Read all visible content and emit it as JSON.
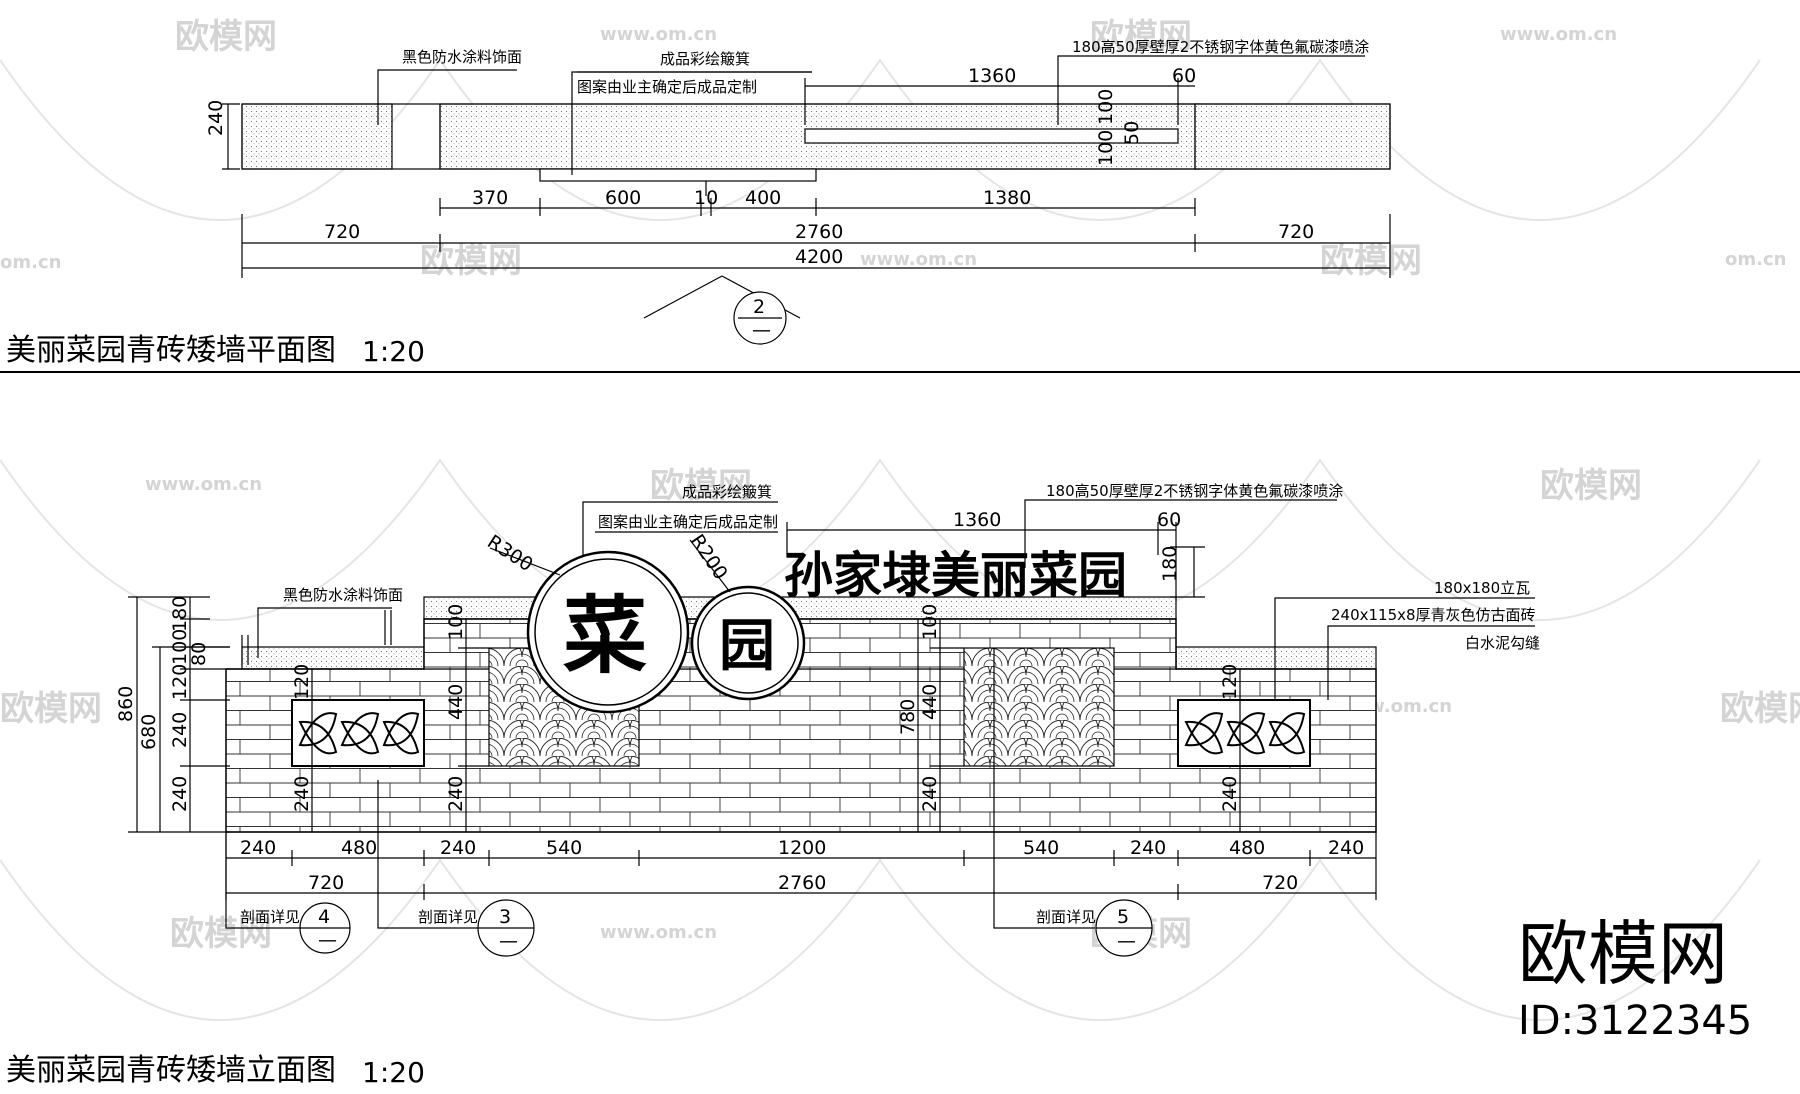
{
  "plan": {
    "title": "美丽菜园青砖矮墙平面图",
    "scale": "1:20",
    "notes": {
      "finish": "黑色防水涂料饰面",
      "sign_a": "成品彩绘簸箕",
      "sign_b": "图案由业主确定后成品定制",
      "letters": "180高50厚壁厚2不锈钢字体黄色氟碳漆喷涂"
    },
    "dims": {
      "depth": "240",
      "letters_len": "1360",
      "gap": "60",
      "d100a": "100",
      "d50": "50",
      "d100b": "100",
      "s370": "370",
      "s600": "600",
      "s10": "10",
      "s400": "400",
      "s1380": "1380",
      "left": "720",
      "mid": "2760",
      "right": "720",
      "total": "4200"
    },
    "section_mark": {
      "num": "2",
      "sub": "—"
    }
  },
  "elevation": {
    "title": "美丽菜园青砖矮墙立面图",
    "scale": "1:20",
    "sign_chars": {
      "c1": "菜",
      "c2": "园"
    },
    "sign_text": "孙家埭美丽菜园",
    "notes": {
      "sign_a": "成品彩绘簸箕",
      "sign_b": "图案由业主确定后成品定制",
      "letters": "180高50厚壁厚2不锈钢字体黄色氟碳漆喷涂",
      "finish": "黑色防水涂料饰面",
      "tile": "180x180立瓦",
      "brick": "240x115x8厚青灰色仿古面砖",
      "joint": "白水泥勾缝"
    },
    "radii": {
      "r300": "R300",
      "r200": "R200"
    },
    "dims": {
      "top1360": "1360",
      "top60": "60",
      "r180": "180",
      "l180": "180",
      "l100": "100",
      "l80": "80",
      "l120": "120",
      "l240a": "240",
      "l240b": "240",
      "l860": "860",
      "l680": "680",
      "p100": "100",
      "p440": "440",
      "p240": "240",
      "s120": "120",
      "s240": "240",
      "c100": "100",
      "c440": "440",
      "c780": "780",
      "c240": "240",
      "rs120": "120",
      "rs240": "240",
      "b240a": "240",
      "b480a": "480",
      "b240b": "240",
      "b540a": "540",
      "b1200": "1200",
      "b540b": "540",
      "b240c": "240",
      "b480b": "480",
      "b240d": "240",
      "t720a": "720",
      "t2760": "2760",
      "t720b": "720"
    },
    "detail_marks": [
      {
        "label": "剖面详见",
        "num": "4",
        "sub": "—"
      },
      {
        "label": "剖面详见",
        "num": "3",
        "sub": "—"
      },
      {
        "label": "剖面详见",
        "num": "5",
        "sub": "—"
      }
    ]
  },
  "watermark": {
    "brand": "欧模网",
    "site": "www.om.cn",
    "site_short": "om.cn",
    "id": "ID:3122345"
  }
}
